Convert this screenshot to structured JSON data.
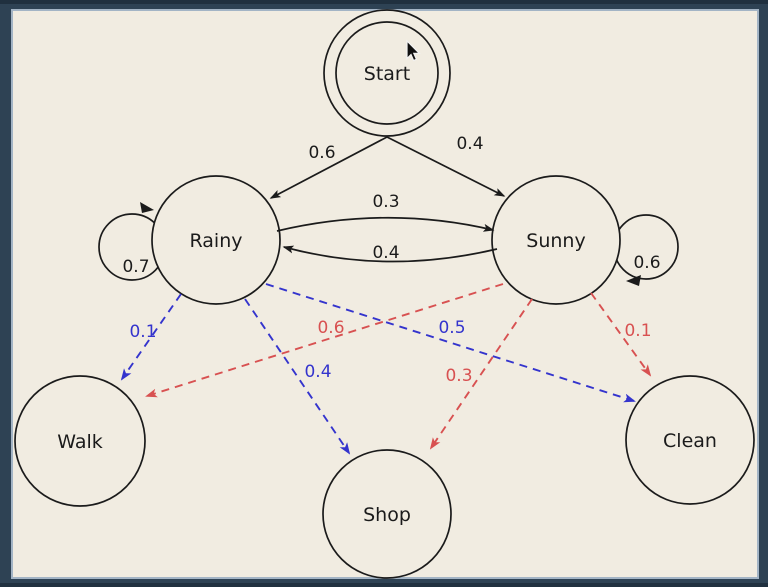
{
  "colors": {
    "frame": "#2e4254",
    "frameEdge": "#20303f",
    "canvas": "#f1ece1",
    "canvasBorder": "#a3b4c5",
    "ink": "#1b1b1b",
    "blue": "#3434cd",
    "red": "#d85151"
  },
  "diagram": {
    "nodes": {
      "start": {
        "label": "Start"
      },
      "rainy": {
        "label": "Rainy"
      },
      "sunny": {
        "label": "Sunny"
      },
      "walk": {
        "label": "Walk"
      },
      "shop": {
        "label": "Shop"
      },
      "clean": {
        "label": "Clean"
      }
    },
    "edges": {
      "start_to_rainy": {
        "label": "0.6"
      },
      "start_to_sunny": {
        "label": "0.4"
      },
      "rainy_to_sunny": {
        "label": "0.3"
      },
      "sunny_to_rainy": {
        "label": "0.4"
      },
      "rainy_self_loop": {
        "label": "0.7"
      },
      "sunny_self_loop": {
        "label": "0.6"
      },
      "rainy_to_walk": {
        "label": "0.1"
      },
      "rainy_to_shop": {
        "label": "0.4"
      },
      "rainy_to_clean": {
        "label": "0.5"
      },
      "sunny_to_walk": {
        "label": "0.6"
      },
      "sunny_to_shop": {
        "label": "0.3"
      },
      "sunny_to_clean": {
        "label": "0.1"
      }
    }
  }
}
